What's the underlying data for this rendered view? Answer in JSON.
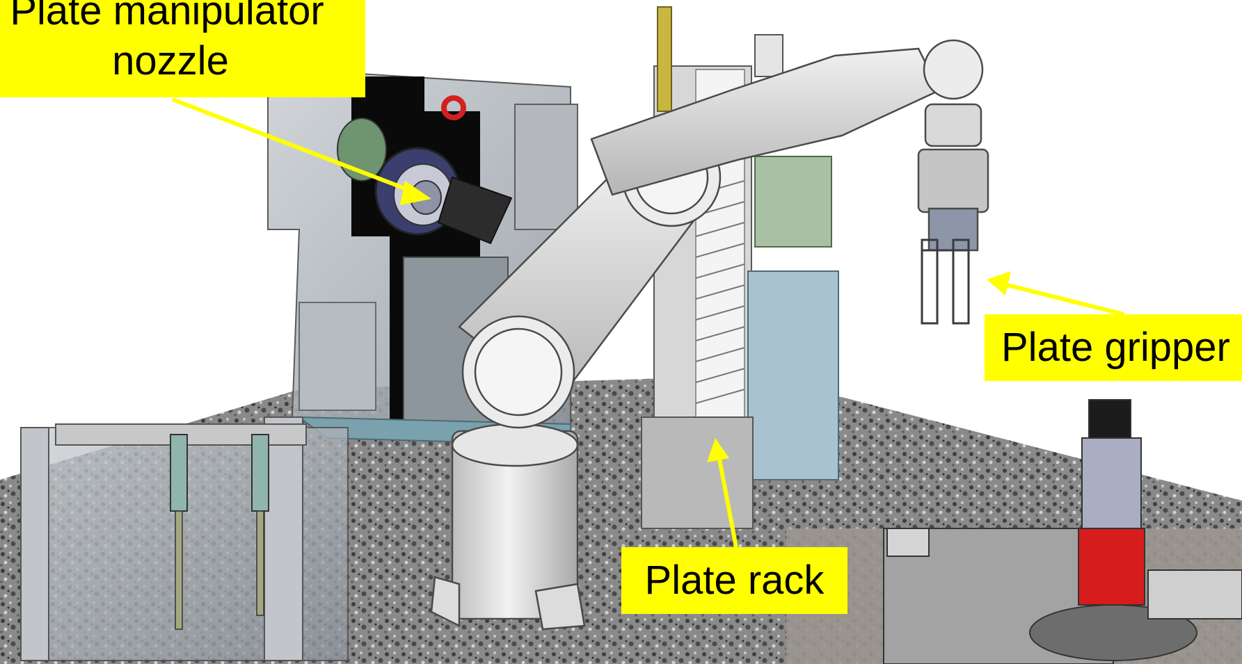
{
  "labels": {
    "nozzle_line1": "Plate manipulator",
    "nozzle_line2": "nozzle",
    "gripper": "Plate gripper",
    "rack": "Plate rack"
  },
  "colors": {
    "label_background": "#ffff00",
    "arrow": "#ffff00",
    "floor": "#6e6e6e",
    "robot_body": "#d8d8d8"
  },
  "icons": [
    "arrow-nozzle",
    "arrow-gripper",
    "arrow-rack"
  ]
}
